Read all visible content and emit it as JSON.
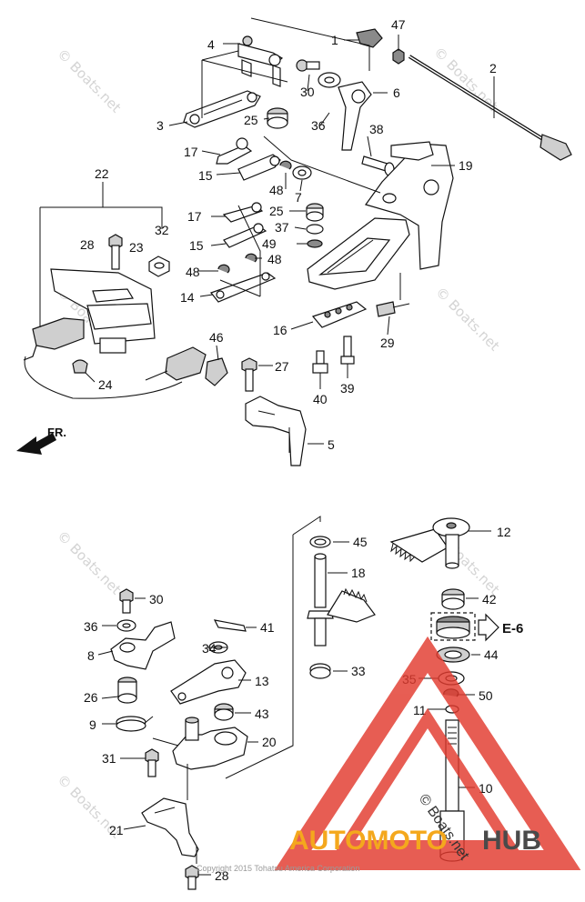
{
  "callouts": [
    {
      "id": "c47",
      "text": "47"
    },
    {
      "id": "c1",
      "text": "1"
    },
    {
      "id": "c4",
      "text": "4"
    },
    {
      "id": "c2",
      "text": "2"
    },
    {
      "id": "c30a",
      "text": "30"
    },
    {
      "id": "c6",
      "text": "6"
    },
    {
      "id": "c3",
      "text": "3"
    },
    {
      "id": "c25a",
      "text": "25"
    },
    {
      "id": "c36a",
      "text": "36"
    },
    {
      "id": "c38",
      "text": "38"
    },
    {
      "id": "c17a",
      "text": "17"
    },
    {
      "id": "c19",
      "text": "19"
    },
    {
      "id": "c15a",
      "text": "15"
    },
    {
      "id": "c48a",
      "text": "48"
    },
    {
      "id": "c7",
      "text": "7"
    },
    {
      "id": "c22",
      "text": "22"
    },
    {
      "id": "c17b",
      "text": "17"
    },
    {
      "id": "c25b",
      "text": "25"
    },
    {
      "id": "c32",
      "text": "32"
    },
    {
      "id": "c37",
      "text": "37"
    },
    {
      "id": "c28a",
      "text": "28"
    },
    {
      "id": "c23",
      "text": "23"
    },
    {
      "id": "c15b",
      "text": "15"
    },
    {
      "id": "c49",
      "text": "49"
    },
    {
      "id": "c48b",
      "text": "48"
    },
    {
      "id": "c48c",
      "text": "48"
    },
    {
      "id": "c14",
      "text": "14"
    },
    {
      "id": "c16",
      "text": "16"
    },
    {
      "id": "c29",
      "text": "29"
    },
    {
      "id": "c46",
      "text": "46"
    },
    {
      "id": "c27",
      "text": "27"
    },
    {
      "id": "c24",
      "text": "24"
    },
    {
      "id": "c40",
      "text": "40"
    },
    {
      "id": "c39",
      "text": "39"
    },
    {
      "id": "c5",
      "text": "5"
    },
    {
      "id": "c12",
      "text": "12"
    },
    {
      "id": "c45",
      "text": "45"
    },
    {
      "id": "c18",
      "text": "18"
    },
    {
      "id": "c30b",
      "text": "30"
    },
    {
      "id": "c42",
      "text": "42"
    },
    {
      "id": "c41",
      "text": "41"
    },
    {
      "id": "c36b",
      "text": "36"
    },
    {
      "id": "c8",
      "text": "8"
    },
    {
      "id": "c34",
      "text": "34"
    },
    {
      "id": "c13",
      "text": "13"
    },
    {
      "id": "c44",
      "text": "44"
    },
    {
      "id": "c33",
      "text": "33"
    },
    {
      "id": "c26",
      "text": "26"
    },
    {
      "id": "c35",
      "text": "35"
    },
    {
      "id": "c50",
      "text": "50"
    },
    {
      "id": "c43",
      "text": "43"
    },
    {
      "id": "c11",
      "text": "11"
    },
    {
      "id": "c9",
      "text": "9"
    },
    {
      "id": "c20",
      "text": "20"
    },
    {
      "id": "c31",
      "text": "31"
    },
    {
      "id": "c10",
      "text": "10"
    },
    {
      "id": "c21",
      "text": "21"
    },
    {
      "id": "c28b",
      "text": "28"
    }
  ],
  "front_arrow_label": "FR.",
  "ref_label": "E-6",
  "watermark_text": "© Boats.net",
  "copyright": "Copyright 2015 Tohatsu America Corporation",
  "logo": {
    "part1": "AUTOMOTO",
    "part2": "HUB"
  },
  "colors": {
    "logo_red": "#e23a2e",
    "logo_orange": "#f4a81d",
    "logo_dark": "#4a4a4a",
    "line": "#111111"
  }
}
